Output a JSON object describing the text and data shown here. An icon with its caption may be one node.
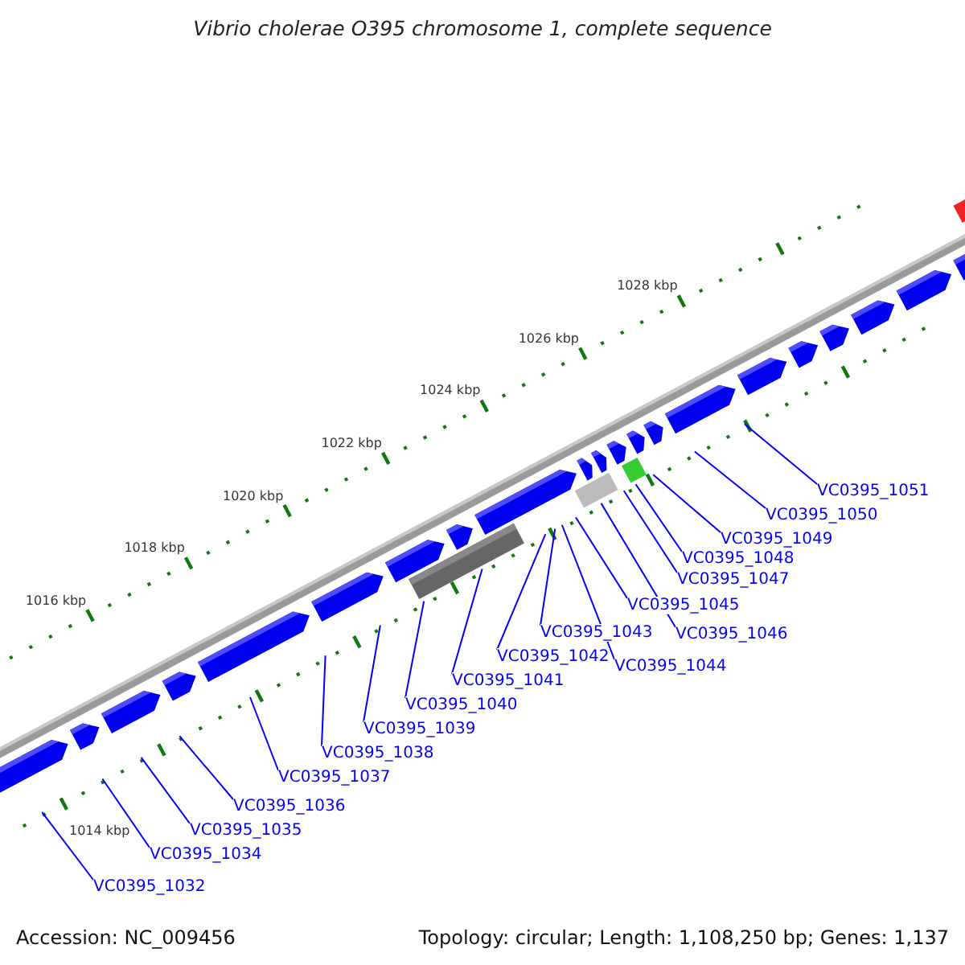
{
  "diagram": {
    "title": "Vibrio cholerae O395 chromosome 1, complete sequence",
    "nodes": [
      {
        "text": [
          "VC0395_1032"
        ]
      },
      {
        "text": [
          "VC0395_1034"
        ]
      },
      {
        "text": [
          "VC0395_1035"
        ]
      },
      {
        "text": [
          "VC0395_1036"
        ]
      },
      {
        "text": [
          "VC0395_1037"
        ]
      },
      {
        "text": [
          "VC0395_1038"
        ]
      },
      {
        "text": [
          "VC0395_1039"
        ]
      },
      {
        "text": [
          "VC0395_1040"
        ]
      },
      {
        "text": [
          "VC0395_1041"
        ]
      },
      {
        "text": [
          "VC0395_1042"
        ]
      },
      {
        "text": [
          "VC0395_1043"
        ]
      },
      {
        "text": [
          "VC0395_1044"
        ]
      },
      {
        "text": [
          "VC0395_1045"
        ]
      },
      {
        "text": [
          "VC0395_1046"
        ]
      },
      {
        "text": [
          "VC0395_1047"
        ]
      },
      {
        "text": [
          "VC0395_1048"
        ]
      },
      {
        "text": [
          "VC0395_1049"
        ]
      },
      {
        "text": [
          "VC0395_1050"
        ]
      },
      {
        "text": [
          "VC0395_1051"
        ]
      }
    ],
    "edges": [
      {
        "from": 0,
        "to": null,
        "arrow": "none"
      },
      {
        "from": 1,
        "to": null,
        "arrow": "none"
      },
      {
        "from": 2,
        "to": null,
        "arrow": "none"
      },
      {
        "from": 3,
        "to": null,
        "arrow": "none"
      },
      {
        "from": 4,
        "to": null,
        "arrow": "none"
      },
      {
        "from": 5,
        "to": null,
        "arrow": "none"
      },
      {
        "from": 6,
        "to": null,
        "arrow": "none"
      },
      {
        "from": 7,
        "to": null,
        "arrow": "none"
      },
      {
        "from": 8,
        "to": null,
        "arrow": "none"
      },
      {
        "from": 9,
        "to": null,
        "arrow": "none"
      },
      {
        "from": 10,
        "to": null,
        "arrow": "none"
      },
      {
        "from": 11,
        "to": null,
        "arrow": "none"
      },
      {
        "from": 12,
        "to": null,
        "arrow": "none"
      },
      {
        "from": 13,
        "to": null,
        "arrow": "none"
      },
      {
        "from": 14,
        "to": null,
        "arrow": "none"
      },
      {
        "from": 15,
        "to": null,
        "arrow": "none"
      },
      {
        "from": 16,
        "to": null,
        "arrow": "none"
      },
      {
        "from": 17,
        "to": null,
        "arrow": "none"
      },
      {
        "from": 18,
        "to": null,
        "arrow": "none"
      }
    ],
    "labels": [
      "1014 kbp",
      "1016 kbp",
      "1018 kbp",
      "1020 kbp",
      "1022 kbp",
      "1024 kbp",
      "1026 kbp",
      "1028 kbp",
      "Accession: NC_009456",
      "Topology: circular; Length: 1,108,250 bp; Genes: 1,137"
    ]
  }
}
